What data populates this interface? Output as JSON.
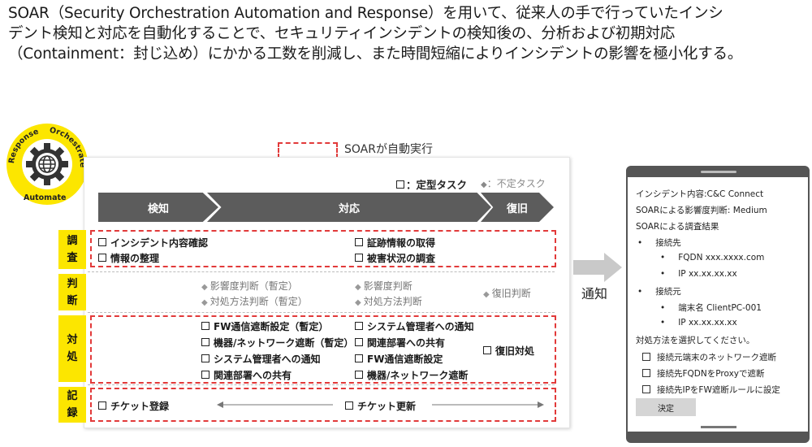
{
  "intro": {
    "line1": "SOAR（Security Orchestration Automation and Response）を用いて、従来人の手で行っていたインシ",
    "line2": "デント検知と対応を自動化することで、セキュリティインシデントの検知後の、分析および初期対応",
    "line3": "（Containment：封じ込め）にかかる工数を削減し、また時間短縮によりインシデントの影響を極小化する。"
  },
  "badge": {
    "response": "Response",
    "orchestrate": "Orchestrate",
    "automate": "Automate"
  },
  "legend": {
    "soar_auto": "SOARが自動実行",
    "task": "：定型タスク",
    "optional": "：不定タスク"
  },
  "phases": [
    "検知",
    "対応",
    "復旧"
  ],
  "rows": {
    "investigate": {
      "label": [
        "調",
        "査"
      ],
      "col1": [
        "インシデント内容確認",
        "情報の整理"
      ],
      "col3": [
        "証跡情報の取得",
        "被害状況の調査"
      ]
    },
    "judge": {
      "label": [
        "判",
        "断"
      ],
      "col2": [
        "影響度判断（暫定）",
        "対処方法判断（暫定）"
      ],
      "col3": [
        "影響度判断",
        "対処方法判断"
      ],
      "col4": "復旧判断"
    },
    "respond": {
      "label": [
        "対",
        "処"
      ],
      "col2": [
        "FW通信遮断設定（暫定）",
        "機器/ネットワーク遮断（暫定）",
        "システム管理者への通知",
        "関連部署への共有"
      ],
      "col3": [
        "システム管理者への通知",
        "関連部署への共有",
        "FW通信遮断設定",
        "機器/ネットワーク遮断"
      ],
      "col4": "復旧対処"
    },
    "record": {
      "label": [
        "記",
        "録"
      ],
      "col1": "チケット登録",
      "col3": "チケット更新"
    }
  },
  "notify": "通知",
  "tablet": {
    "line1": "インシデント内容:C&C Connect",
    "line2": "SOARによる影響度判断: Medium",
    "line3": "SOARによる調査結果",
    "dest": "接続先",
    "fqdn": "FQDN  xxx.xxxx.com",
    "ip": "IP  xx.xx.xx.xx",
    "src": "接続元",
    "host": "端末名 ClientPC-001",
    "src_ip": "IP xx.xx.xx.xx",
    "choose": "対処方法を選択してください。",
    "options": [
      "接続元端末のネットワーク遮断",
      "接続先FQDNをProxyで遮断",
      "接続先IPをFW遮断ルールに設定"
    ],
    "decide": "決定"
  }
}
